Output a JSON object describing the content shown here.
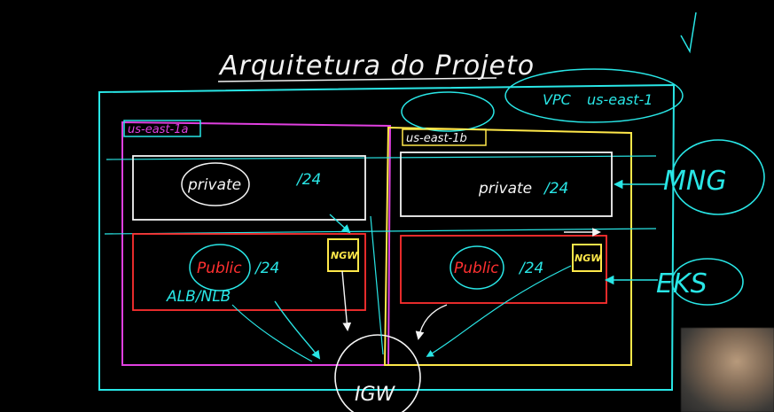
{
  "title": "Arquitetura do Projeto",
  "vpc": {
    "label": "VPC",
    "region": "us-east-1"
  },
  "az_a": {
    "label": "us-east-1a"
  },
  "az_b": {
    "label": "us-east-1b"
  },
  "subnets": {
    "a_private": {
      "name": "private",
      "cidr": "/24"
    },
    "a_public": {
      "name": "Public",
      "cidr": "/24"
    },
    "b_private": {
      "name": "private",
      "cidr": "/24"
    },
    "b_public": {
      "name": "Public",
      "cidr": "/24"
    }
  },
  "ngw_a": "NGW",
  "ngw_b": "NGW",
  "alb": "ALB/NLB",
  "igw": "IGW",
  "mng": "MNG",
  "eks": "EKS",
  "colors": {
    "vpc": "#29e6e6",
    "az_a": "#e040e0",
    "az_b": "#ffe84a",
    "public_subnet": "#ff3030",
    "private_subnet": "#f5f5f5"
  }
}
